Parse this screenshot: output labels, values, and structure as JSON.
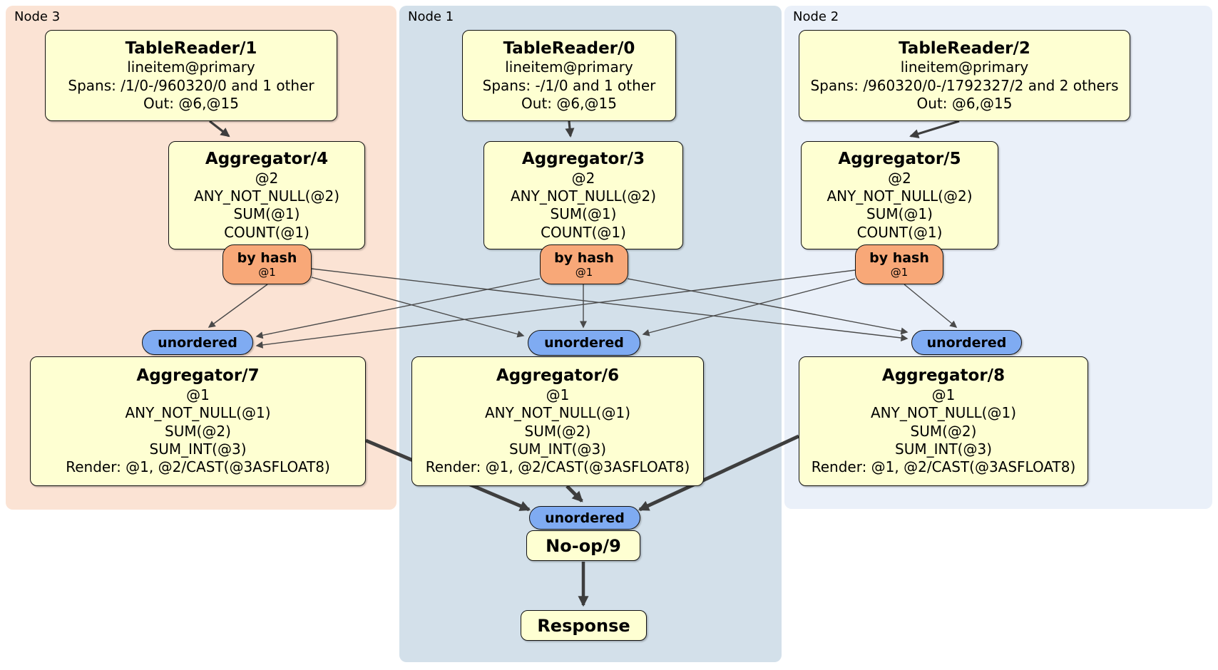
{
  "diagram": {
    "regions": [
      {
        "label": "Node 3"
      },
      {
        "label": "Node 1"
      },
      {
        "label": "Node 2"
      }
    ],
    "processors": {
      "tr1": {
        "title": "TableReader/1",
        "lines": [
          "lineitem@primary",
          "Spans: /1/0-/960320/0 and 1 other",
          "Out: @6,@15"
        ]
      },
      "tr0": {
        "title": "TableReader/0",
        "lines": [
          "lineitem@primary",
          "Spans: -/1/0 and 1 other",
          "Out: @6,@15"
        ]
      },
      "tr2": {
        "title": "TableReader/2",
        "lines": [
          "lineitem@primary",
          "Spans: /960320/0-/1792327/2 and 2 others",
          "Out: @6,@15"
        ]
      },
      "agg4": {
        "title": "Aggregator/4",
        "lines": [
          "@2",
          "ANY_NOT_NULL(@2)",
          "SUM(@1)",
          "COUNT(@1)"
        ]
      },
      "agg3": {
        "title": "Aggregator/3",
        "lines": [
          "@2",
          "ANY_NOT_NULL(@2)",
          "SUM(@1)",
          "COUNT(@1)"
        ]
      },
      "agg5": {
        "title": "Aggregator/5",
        "lines": [
          "@2",
          "ANY_NOT_NULL(@2)",
          "SUM(@1)",
          "COUNT(@1)"
        ]
      },
      "agg7": {
        "title": "Aggregator/7",
        "lines": [
          "@1",
          "ANY_NOT_NULL(@1)",
          "SUM(@2)",
          "SUM_INT(@3)",
          "Render: @1, @2/CAST(@3ASFLOAT8)"
        ]
      },
      "agg6": {
        "title": "Aggregator/6",
        "lines": [
          "@1",
          "ANY_NOT_NULL(@1)",
          "SUM(@2)",
          "SUM_INT(@3)",
          "Render: @1, @2/CAST(@3ASFLOAT8)"
        ]
      },
      "agg8": {
        "title": "Aggregator/8",
        "lines": [
          "@1",
          "ANY_NOT_NULL(@1)",
          "SUM(@2)",
          "SUM_INT(@3)",
          "Render: @1, @2/CAST(@3ASFLOAT8)"
        ]
      },
      "noop": {
        "title": "No-op/9"
      },
      "response": {
        "title": "Response"
      }
    },
    "router": {
      "label": "by hash",
      "detail": "@1"
    },
    "sync": {
      "label": "unordered"
    },
    "colors": {
      "node3_bg": "#fbe3d4",
      "node1_bg": "#d3e0ea",
      "node2_bg": "#eaf0f9",
      "processor_fill": "#feffd2",
      "router_fill": "#f8a878",
      "sync_fill": "#7fabf2",
      "edge": "#4a4a4a",
      "thick_edge": "#3e3e3e"
    }
  }
}
